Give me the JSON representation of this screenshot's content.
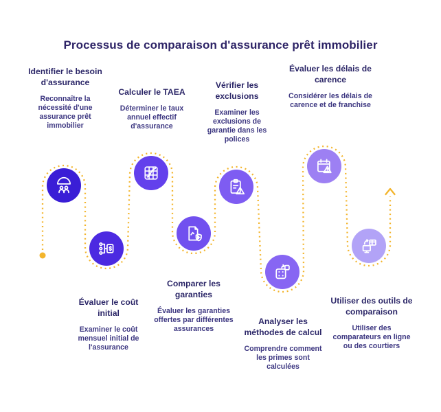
{
  "title": "Processus de comparaison d'assurance prêt immobilier",
  "path": {
    "color": "#f3b52d",
    "start_marker": "dot",
    "end_marker": "arrow-up"
  },
  "steps": [
    {
      "title": "Identifier le besoin d'assurance",
      "description": "Reconnaître la nécessité d'une assurance prêt immobilier",
      "icon": "insurance-umbrella-icon",
      "color": "#3a1ed6",
      "position": "top"
    },
    {
      "title": "Évaluer le coût initial",
      "description": "Examiner le coût mensuel initial de l'assurance",
      "icon": "cost-flow-icon",
      "color": "#4c2ae1",
      "position": "bottom"
    },
    {
      "title": "Calculer le TAEA",
      "description": "Déterminer le taux annuel effectif d'assurance",
      "icon": "calculation-grid-icon",
      "color": "#6340ec",
      "position": "top"
    },
    {
      "title": "Comparer les garanties",
      "description": "Évaluer les garanties offertes par différentes assurances",
      "icon": "document-shield-icon",
      "color": "#7150ef",
      "position": "bottom"
    },
    {
      "title": "Vérifier les exclusions",
      "description": "Examiner les exclusions de garantie dans les polices",
      "icon": "clipboard-warning-icon",
      "color": "#7e5cf2",
      "position": "top"
    },
    {
      "title": "Analyser les méthodes de calcul",
      "description": "Comprendre comment les primes sont calculées",
      "icon": "dice-arrow-icon",
      "color": "#8766f3",
      "position": "bottom"
    },
    {
      "title": "Évaluer les délais de carence",
      "description": "Considérer les délais de carence et de franchise",
      "icon": "calendar-warning-icon",
      "color": "#9d80f3",
      "position": "top"
    },
    {
      "title": "Utiliser des outils de comparaison",
      "description": "Utiliser des comparateurs en ligne ou des courtiers",
      "icon": "monitor-compare-icon",
      "color": "#b2a3f7",
      "position": "bottom"
    }
  ]
}
